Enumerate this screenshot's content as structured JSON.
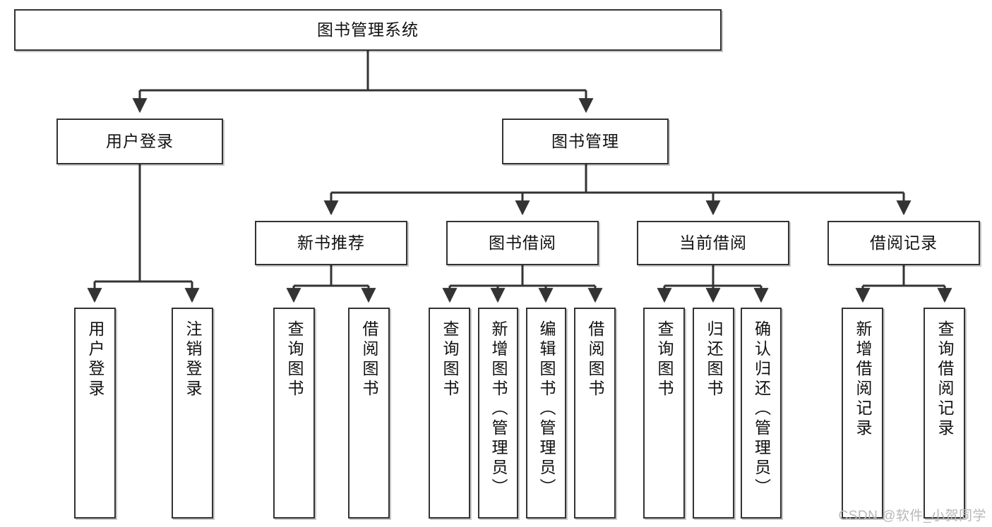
{
  "diagram": {
    "type": "tree-hierarchy",
    "title": "图书管理系统",
    "root": {
      "id": "root",
      "label": "图书管理系统",
      "orientation": "horizontal"
    },
    "level2": [
      {
        "id": "user-login",
        "label": "用户登录",
        "orientation": "horizontal"
      },
      {
        "id": "book-manage",
        "label": "图书管理",
        "orientation": "horizontal"
      }
    ],
    "level3": [
      {
        "id": "new-book-rec",
        "label": "新书推荐",
        "orientation": "horizontal",
        "parent": "book-manage"
      },
      {
        "id": "book-borrow",
        "label": "图书借阅",
        "orientation": "horizontal",
        "parent": "book-manage"
      },
      {
        "id": "current-borrow",
        "label": "当前借阅",
        "orientation": "horizontal",
        "parent": "book-manage"
      },
      {
        "id": "borrow-record",
        "label": "借阅记录",
        "orientation": "horizontal",
        "parent": "book-manage"
      }
    ],
    "leaves": [
      {
        "id": "leaf-user-login",
        "label": "用户登录",
        "parent": "user-login"
      },
      {
        "id": "leaf-logout",
        "label": "注销登录",
        "parent": "user-login"
      },
      {
        "id": "leaf-query-book-1",
        "label": "查询图书",
        "parent": "new-book-rec"
      },
      {
        "id": "leaf-borrow-book-1",
        "label": "借阅图书",
        "parent": "new-book-rec"
      },
      {
        "id": "leaf-query-book-2",
        "label": "查询图书",
        "parent": "book-borrow"
      },
      {
        "id": "leaf-add-book",
        "label": "新增图书（管理员）",
        "parent": "book-borrow"
      },
      {
        "id": "leaf-edit-book",
        "label": "编辑图书（管理员）",
        "parent": "book-borrow"
      },
      {
        "id": "leaf-borrow-book-2",
        "label": "借阅图书",
        "parent": "book-borrow"
      },
      {
        "id": "leaf-query-book-3",
        "label": "查询图书",
        "parent": "current-borrow"
      },
      {
        "id": "leaf-return-book",
        "label": "归还图书",
        "parent": "current-borrow"
      },
      {
        "id": "leaf-confirm-return",
        "label": "确认归还（管理员）",
        "parent": "current-borrow"
      },
      {
        "id": "leaf-add-record",
        "label": "新增借阅记录",
        "parent": "borrow-record"
      },
      {
        "id": "leaf-query-record",
        "label": "查询借阅记录",
        "parent": "borrow-record"
      }
    ],
    "colors": {
      "box_border": "#333333",
      "box_fill": "#ffffff",
      "connector": "#333333",
      "text": "#111111",
      "watermark": "#b8b8b8"
    }
  },
  "watermark": {
    "text": "CSDN @软件_小贺同学"
  }
}
